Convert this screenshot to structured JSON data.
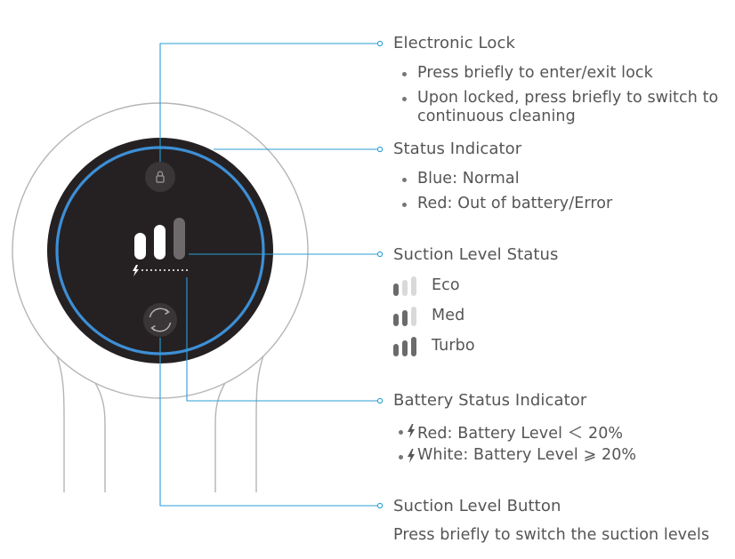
{
  "callouts": {
    "electronic_lock": {
      "title": "Electronic Lock",
      "items": [
        "Press  briefly to enter/exit lock",
        "Upon locked, press briefly to switch to",
        "continuous cleaning"
      ]
    },
    "status_indicator": {
      "title": "Status Indicator",
      "items": [
        "Blue: Normal",
        "Red: Out of battery/Error"
      ]
    },
    "suction_level_status": {
      "title": "Suction Level Status",
      "levels": [
        {
          "label": "Eco",
          "bars_active": 1
        },
        {
          "label": "Med",
          "bars_active": 2
        },
        {
          "label": "Turbo",
          "bars_active": 3
        }
      ]
    },
    "battery_status_indicator": {
      "title": "Battery Status Indicator",
      "items": [
        "Red: Battery Level ＜ 20%",
        "White: Battery Level ⩾ 20%"
      ]
    },
    "suction_level_button": {
      "title": "Suction Level Button",
      "description": "Press briefly to switch the suction levels"
    }
  },
  "colors": {
    "accent_line": "#2a9fd6",
    "ring": "#3d8fd6",
    "panel": "#252122",
    "outline": "#b0b0b0",
    "bar_active": "#6b6b6b",
    "bar_inactive": "#d9d9d9"
  },
  "icons": {
    "lock": "lock-icon",
    "cycle": "cycle-arrows-icon",
    "battery_bolt": "lightning-bolt-icon"
  },
  "device_display": {
    "bars_lit": 2
  }
}
